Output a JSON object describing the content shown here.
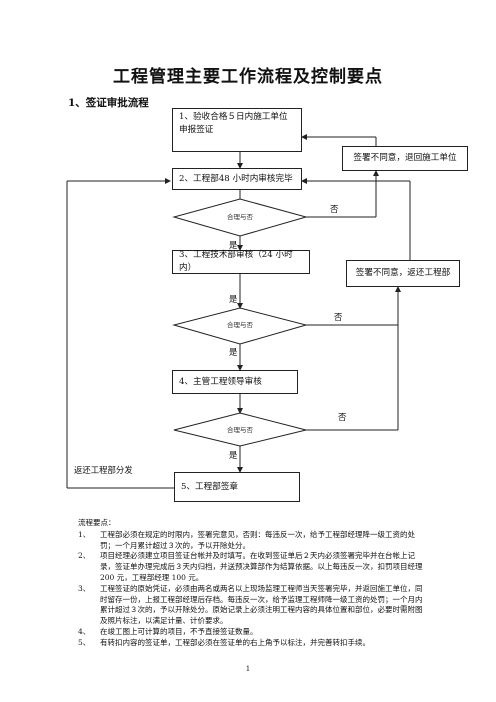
{
  "title": "工程管理主要工作流程及控制要点",
  "section_heading": "1、签证审批流程",
  "flowchart": {
    "step1": "1、验收合格５日内施工单位申报签证",
    "step2": "2、工程部48 小时内审核完毕",
    "step3": "3、工程技术部审核（24 小时内）",
    "step4": "4、主管工程领导审核",
    "step5": "5、工程部签章",
    "reject1": "签署不同意，退回施工单位",
    "reject2": "签署不同意，返还工程部",
    "decision_label": "合理与否",
    "yes": "是",
    "no": "否",
    "return_label": "返还工程部分发"
  },
  "notes": {
    "header": "流程要点：",
    "items": [
      {
        "num": "1、",
        "text": "工程部必须在规定的时限内，签署完意见，否则：每违反一次，给予工程部经理降一级工资的处罚；一个月累计超过３次的，予以开除处分。"
      },
      {
        "num": "2、",
        "text": "项目经理必须建立项目签证台帐并及时填写。在收到签证单后２天内必须签署完毕并在台帐上记录，签证单办理完成后３天内归档，并送预决算部作为结算依据。以上每违反一次，扣罚项目经理 200 元，工程部经理 100 元。"
      },
      {
        "num": "3、",
        "text": "工程签证的原始凭证，必须由两名或两名以上现场监理工程师当天签署完毕，并返回施工单位，同时留存一份，上报工程部经理后存档。每违反一次，给予监理工程师降一级工资的处罚；一个月内累计超过３次的，予以开除处分。原始记录上必须注明工程内容的具体位置和部位，必要时需附图及照片标注，以满足计量、计价要求。"
      },
      {
        "num": "4、",
        "text": "在竣工图上可计算的项目，不予直接签证数量。"
      },
      {
        "num": "5、",
        "text": "有转扣内容的签证单，工程部必须在签证单的右上角予以标注，并完善转扣手续。"
      }
    ]
  },
  "page_number": "1"
}
